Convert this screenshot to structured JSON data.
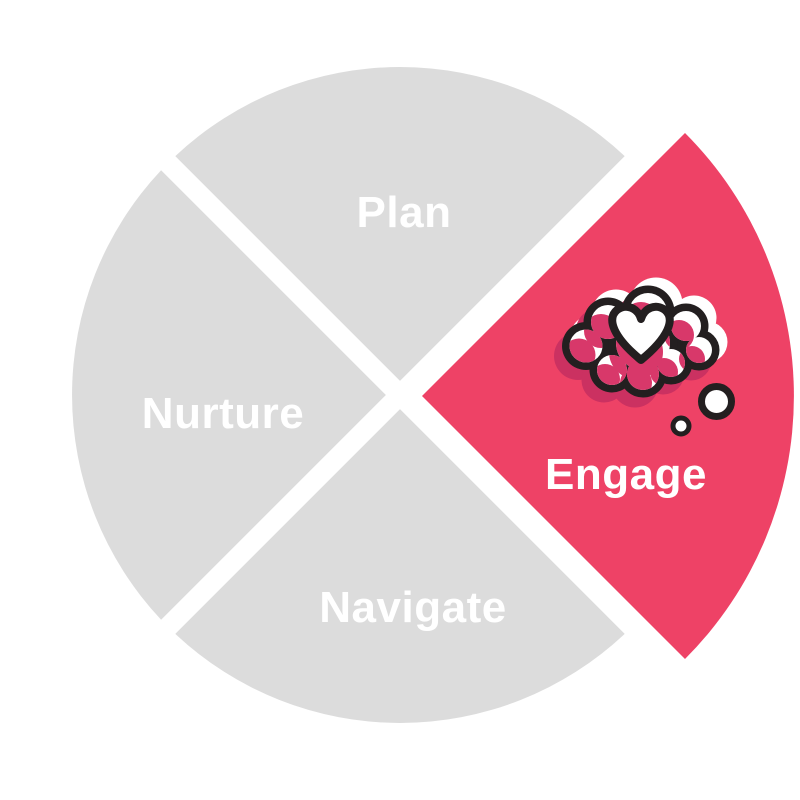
{
  "colors": {
    "background": "#ffffff",
    "wedge_inactive": "#dcdcdc",
    "wedge_active": "#ee4266",
    "label_text": "#ffffff",
    "icon_outline": "#231f20",
    "icon_cloud_fill": "#d8386a",
    "icon_cloud_shadow": "#cb3161",
    "icon_white": "#ffffff"
  },
  "wheel": {
    "segments": [
      {
        "id": "plan",
        "label": "Plan",
        "active": false
      },
      {
        "id": "engage",
        "label": "Engage",
        "active": true,
        "icon": "thought-cloud-heart-icon"
      },
      {
        "id": "navigate",
        "label": "Navigate",
        "active": false
      },
      {
        "id": "nurture",
        "label": "Nurture",
        "active": false
      }
    ]
  }
}
